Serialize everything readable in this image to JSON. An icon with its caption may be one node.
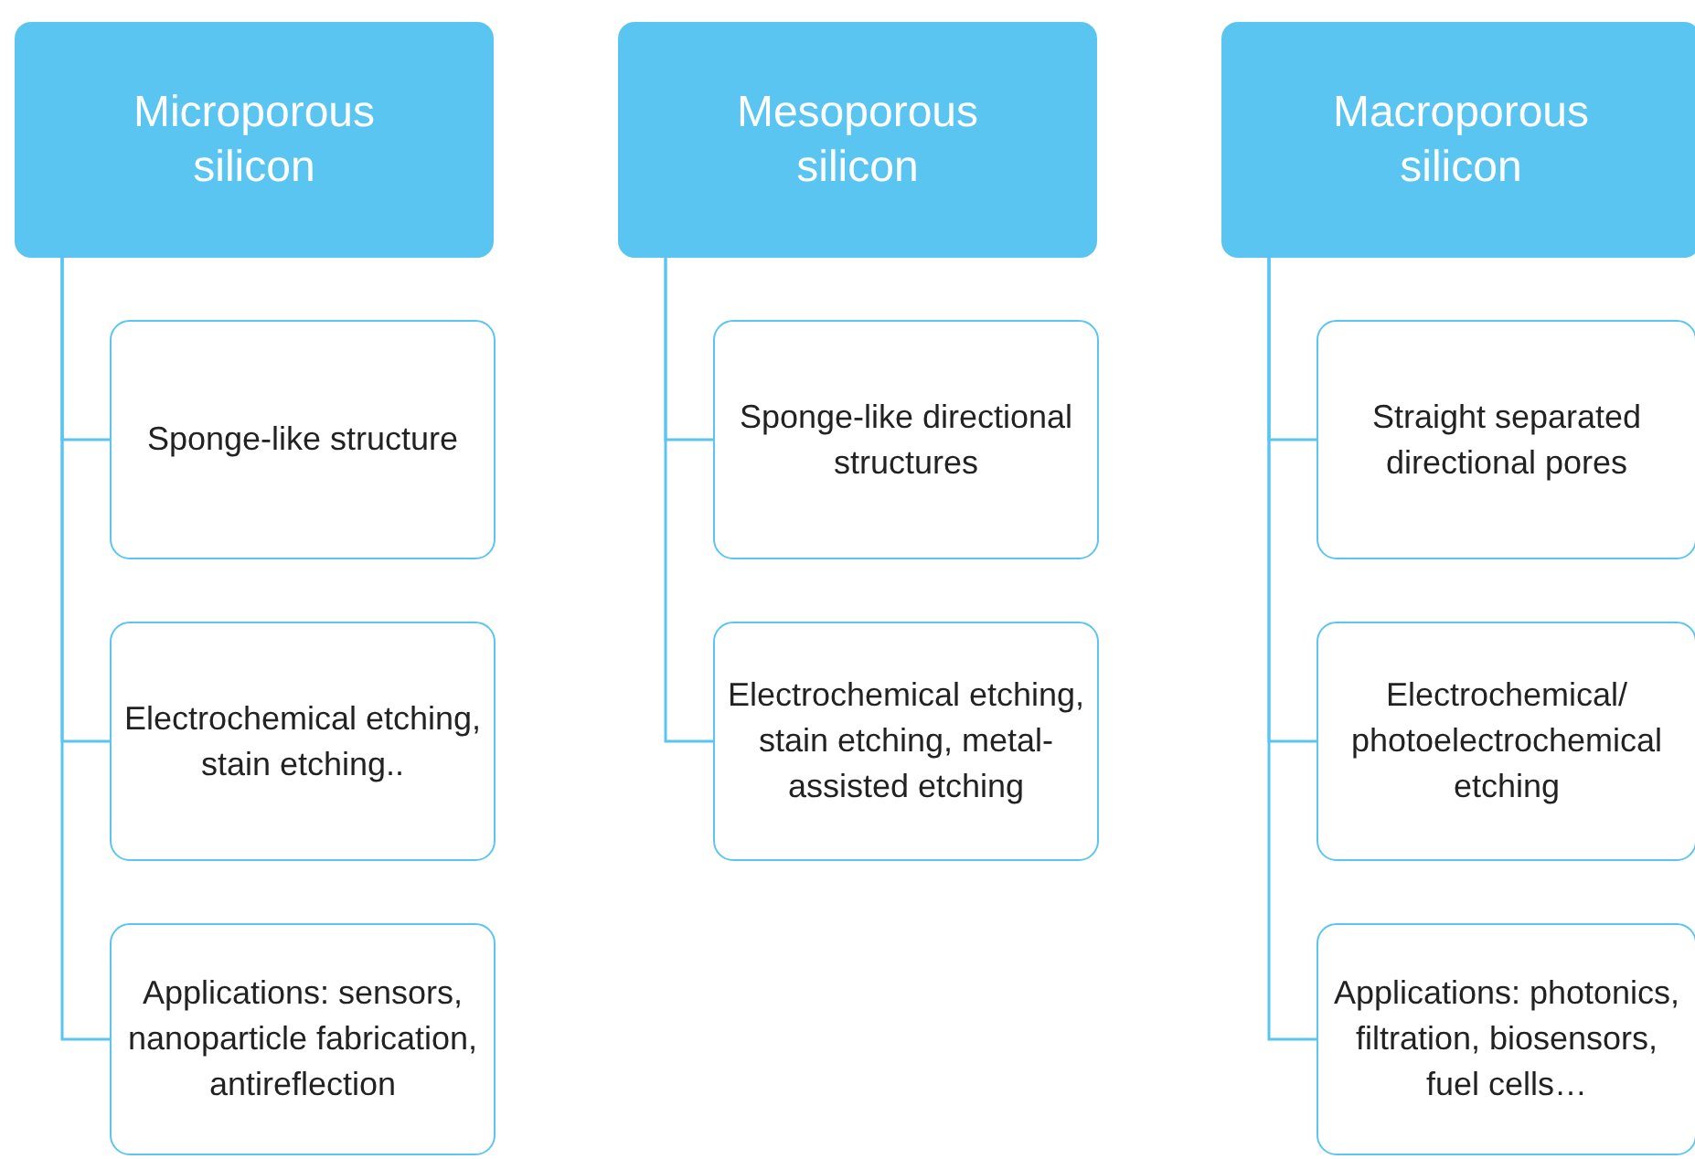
{
  "diagram": {
    "nodes": [
      {
        "text": [
          "Microporous silicon"
        ]
      },
      {
        "text": [
          "Sponge-like structure"
        ]
      },
      {
        "text": [
          "Electrochemical etching, stain etching.."
        ]
      },
      {
        "text": [
          "Applications: sensors, nanoparticle fabrication, antireflection"
        ]
      },
      {
        "text": [
          "Mesoporous silicon"
        ]
      },
      {
        "text": [
          "Sponge-like directional structures"
        ]
      },
      {
        "text": [
          "Electrochemical etching, stain etching, metal-assisted etching"
        ]
      },
      {
        "text": [
          "Macroporous silicon"
        ]
      },
      {
        "text": [
          "Straight separated directional pores"
        ]
      },
      {
        "text": [
          "Electrochemical/ photoelectrochemical etching"
        ]
      },
      {
        "text": [
          "Applications: photonics, filtration, biosensors, fuel cells…"
        ]
      }
    ],
    "edges": [
      {
        "from": 0,
        "to": 1,
        "arrow": "none"
      },
      {
        "from": 0,
        "to": 2,
        "arrow": "none"
      },
      {
        "from": 0,
        "to": 3,
        "arrow": "none"
      },
      {
        "from": 4,
        "to": 5,
        "arrow": "none"
      },
      {
        "from": 4,
        "to": 6,
        "arrow": "none"
      },
      {
        "from": 7,
        "to": 8,
        "arrow": "none"
      },
      {
        "from": 7,
        "to": 9,
        "arrow": "none"
      },
      {
        "from": 7,
        "to": 10,
        "arrow": "none"
      }
    ]
  }
}
